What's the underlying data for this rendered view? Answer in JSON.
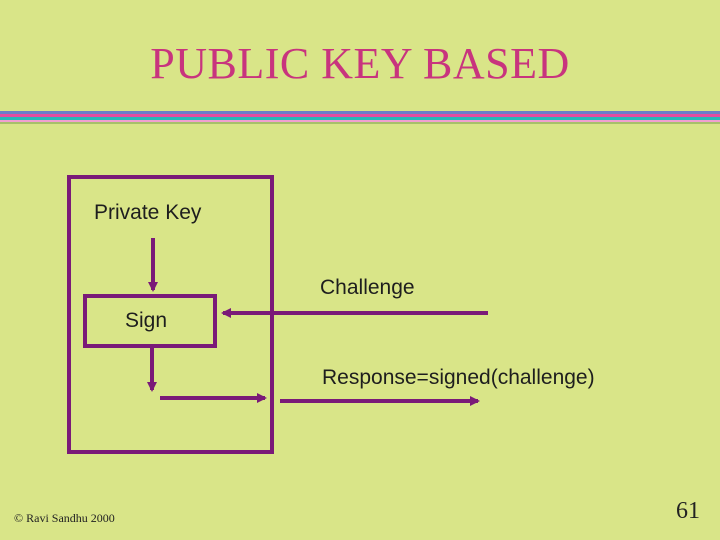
{
  "slide": {
    "title": "PUBLIC KEY BASED",
    "footer": "© Ravi Sandhu 2000",
    "page_number": "61"
  },
  "diagram": {
    "labels": {
      "private_key": "Private Key",
      "sign": "Sign",
      "challenge": "Challenge",
      "response": "Response=signed(challenge)"
    },
    "colors": {
      "box": "#7a1a78",
      "arrow": "#7a1a78",
      "background": "#d9e588",
      "title": "#c8347e"
    }
  },
  "decor": {
    "divider_colors": [
      "#3a4fa0",
      "#e24da0",
      "#27b7b8",
      "#f0a0d0"
    ]
  }
}
